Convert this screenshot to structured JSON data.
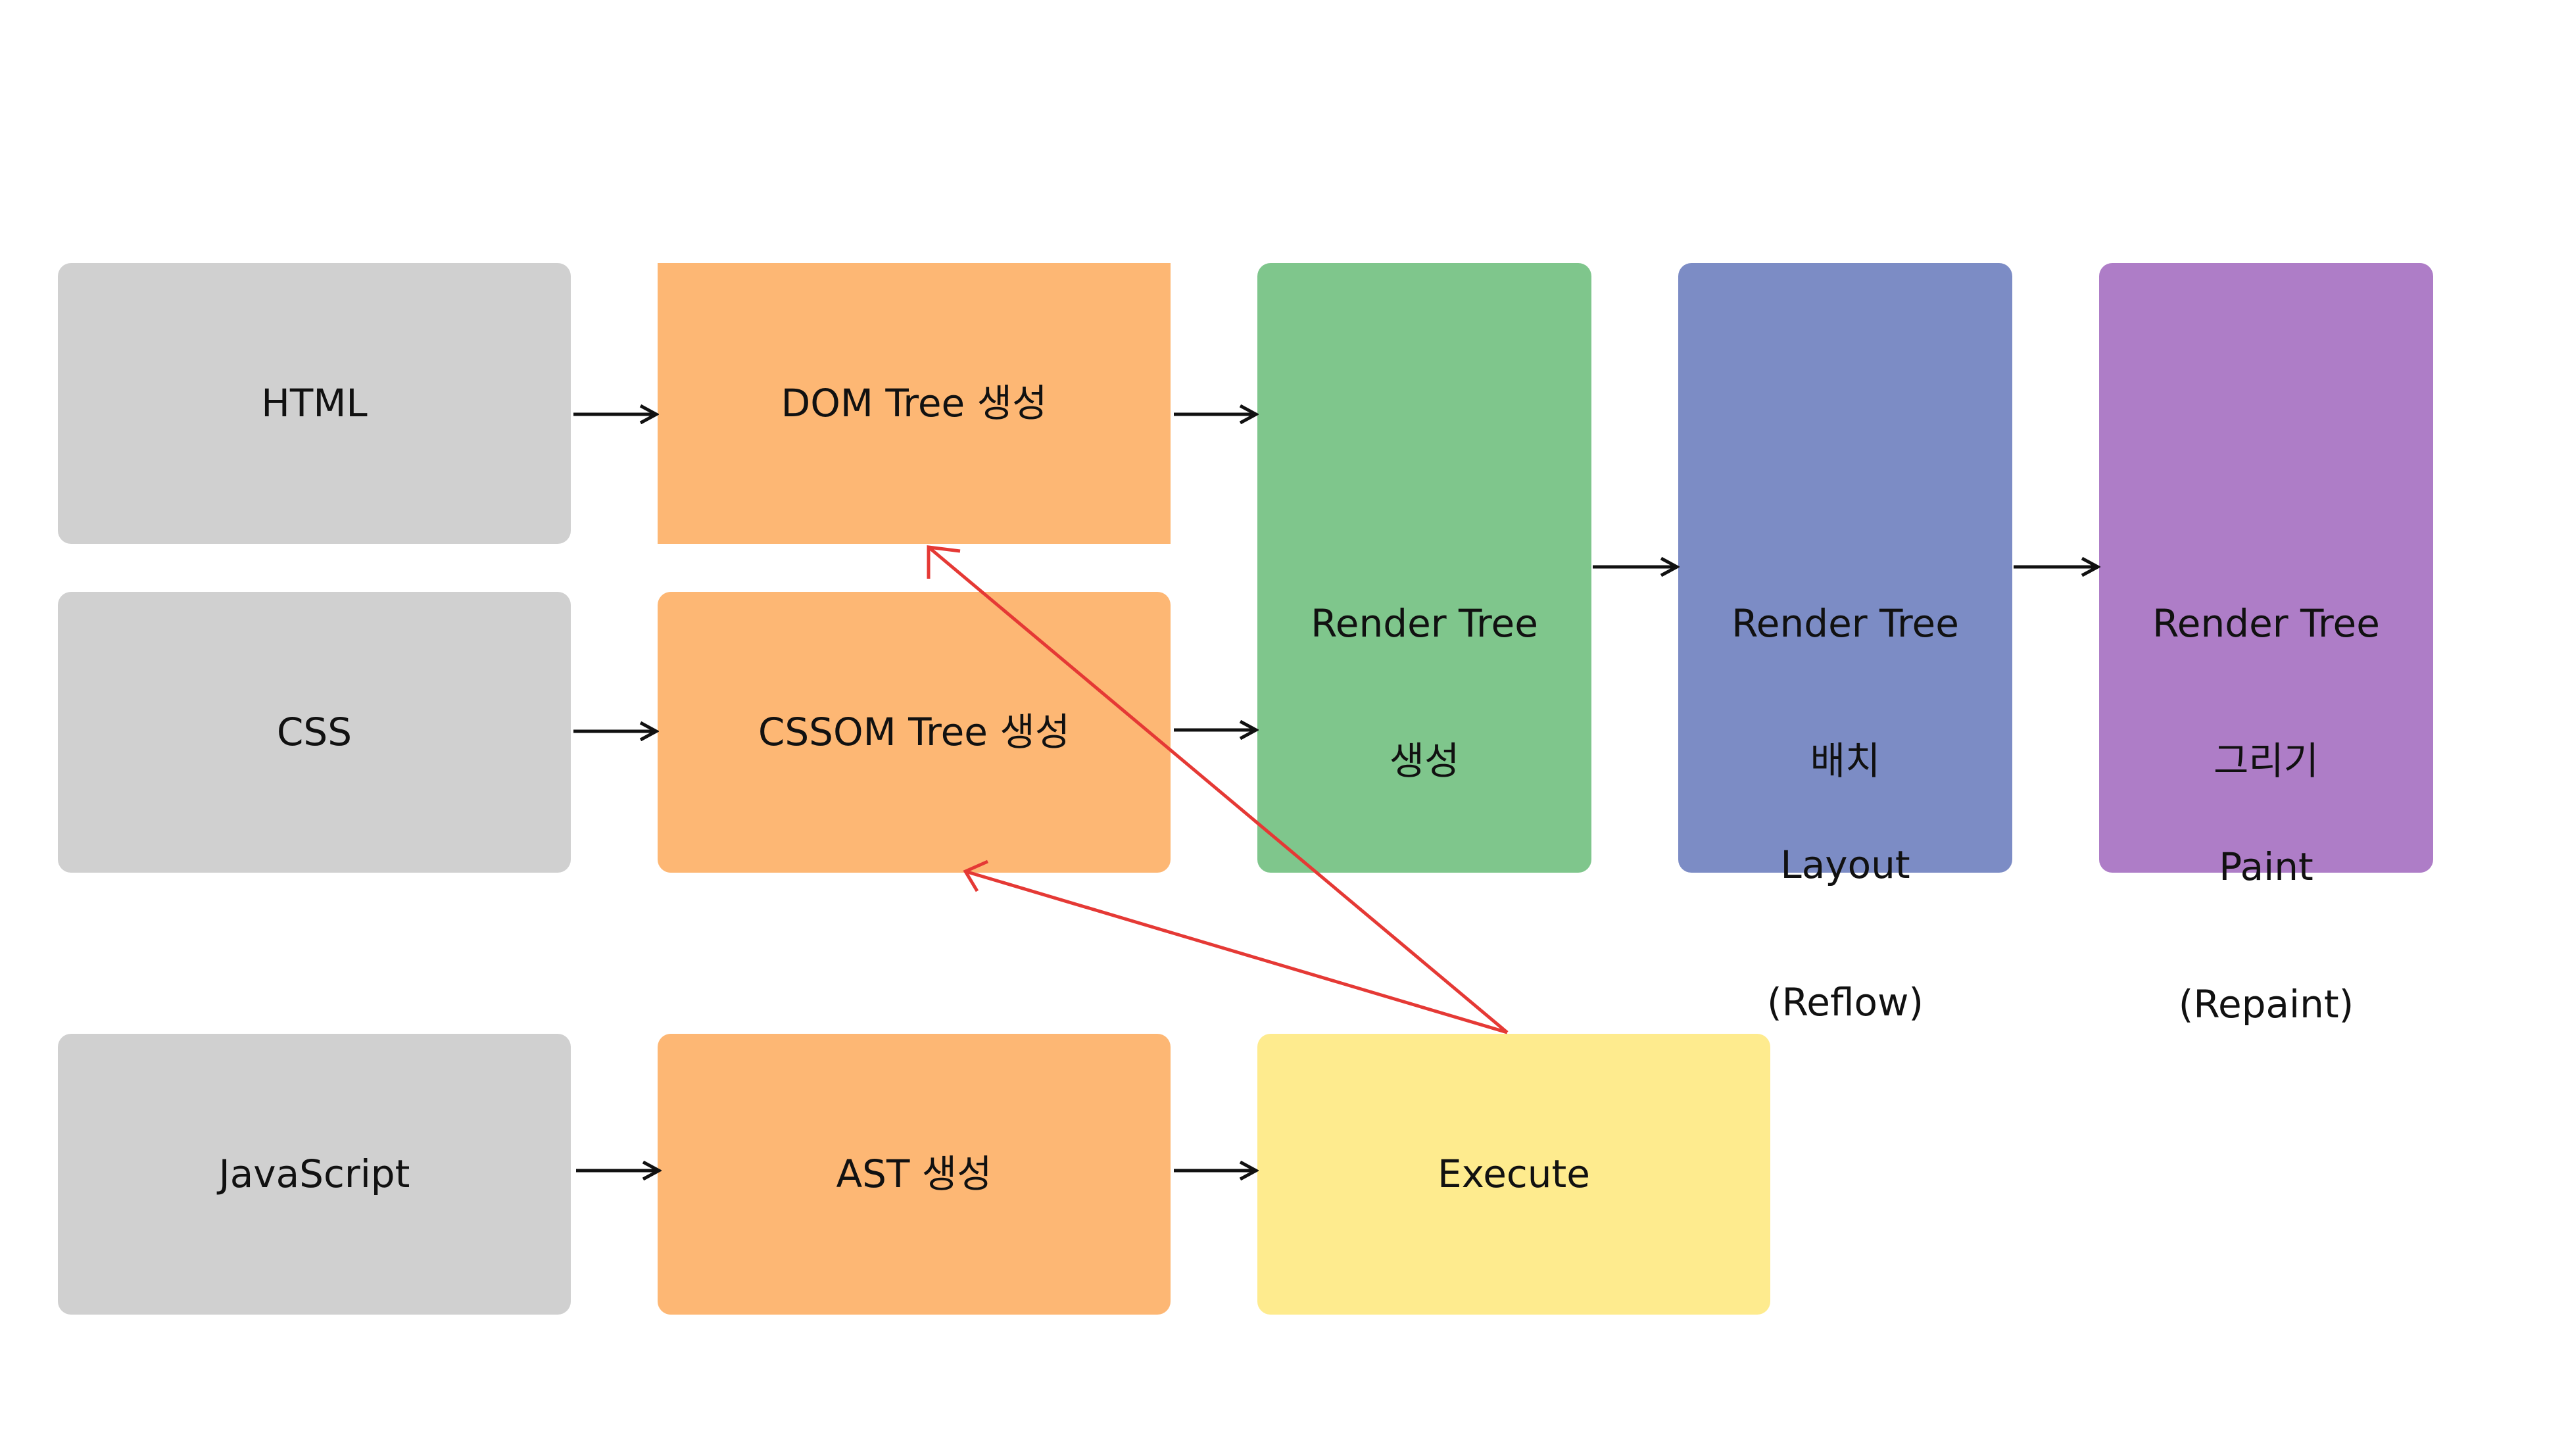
{
  "boxes": {
    "html": "HTML",
    "css": "CSS",
    "javascript": "JavaScript",
    "dom_tree": "DOM Tree 생성",
    "cssom_tree": "CSSOM Tree 생성",
    "ast": "AST 생성",
    "execute": "Execute",
    "render_tree": {
      "line1": "Render Tree",
      "line2": "생성"
    },
    "layout": {
      "line1": "Render Tree",
      "line2": "배치",
      "note1": "Layout",
      "note2": "(Reflow)"
    },
    "paint": {
      "line1": "Render Tree",
      "line2": "그리기",
      "note1": "Paint",
      "note2": "(Repaint)"
    }
  },
  "colors": {
    "gray": "#d0d0d0",
    "orange": "#fdb774",
    "green": "#7fc68c",
    "blue": "#7c8cc5",
    "purple": "#ae7dc7",
    "yellow": "#feeb8e",
    "arrow": "#111111",
    "feedback_arrow": "#e53935"
  }
}
